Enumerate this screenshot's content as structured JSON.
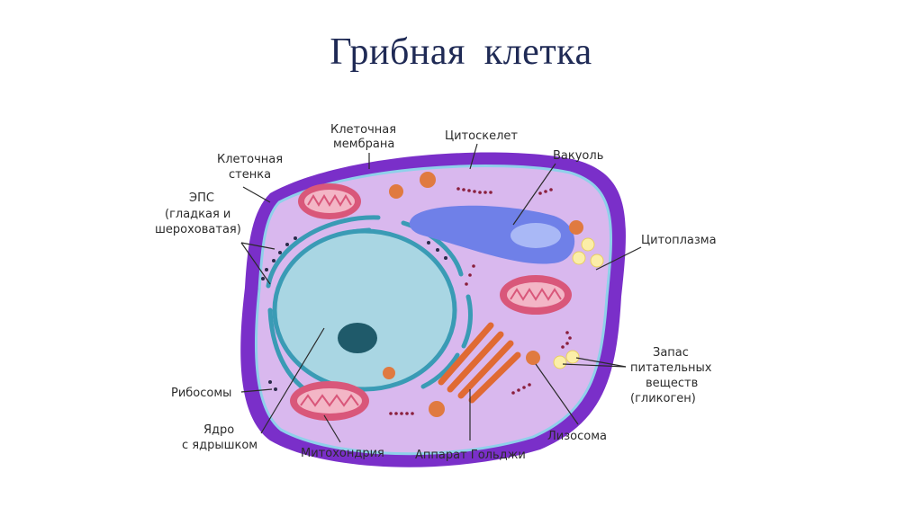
{
  "title": "Грибная  клетка",
  "labels": {
    "cell_membrane_1": "Клеточная",
    "cell_membrane_2": "мембрана",
    "cytoskeleton": "Цитоскелет",
    "vacuole": "Вакуоль",
    "cell_wall_1": "Клеточная",
    "cell_wall_2": "стенка",
    "eps_1": "ЭПС",
    "eps_2": "(гладкая и",
    "eps_3": "шероховатая)",
    "cytoplasm": "Цитоплазма",
    "reserve_1": "Запас",
    "reserve_2": "питательных",
    "reserve_3": "веществ",
    "reserve_4": "(гликоген)",
    "ribosomes": "Рибосомы",
    "nucleus_1": "Ядро",
    "nucleus_2": "с ядрышком",
    "mitochondria": "Митохондрия",
    "golgi": "Аппарат Гольджи",
    "lysosome": "Лизосома"
  },
  "colors": {
    "cell_wall": "#7a2fc9",
    "cytoplasm": "#d9b8ee",
    "membrane": "#8fd0ea",
    "nucleus": "#a9d6e3",
    "er": "#3a9bb5",
    "nucleolus": "#1f5a6a",
    "vacuole": "#6f80e8",
    "mitochondria": "#d9577a",
    "golgi": "#e06a33",
    "lysosome": "#e07a40",
    "glycogen": "#fbeea8",
    "ribosome": "#8a1f3c"
  }
}
